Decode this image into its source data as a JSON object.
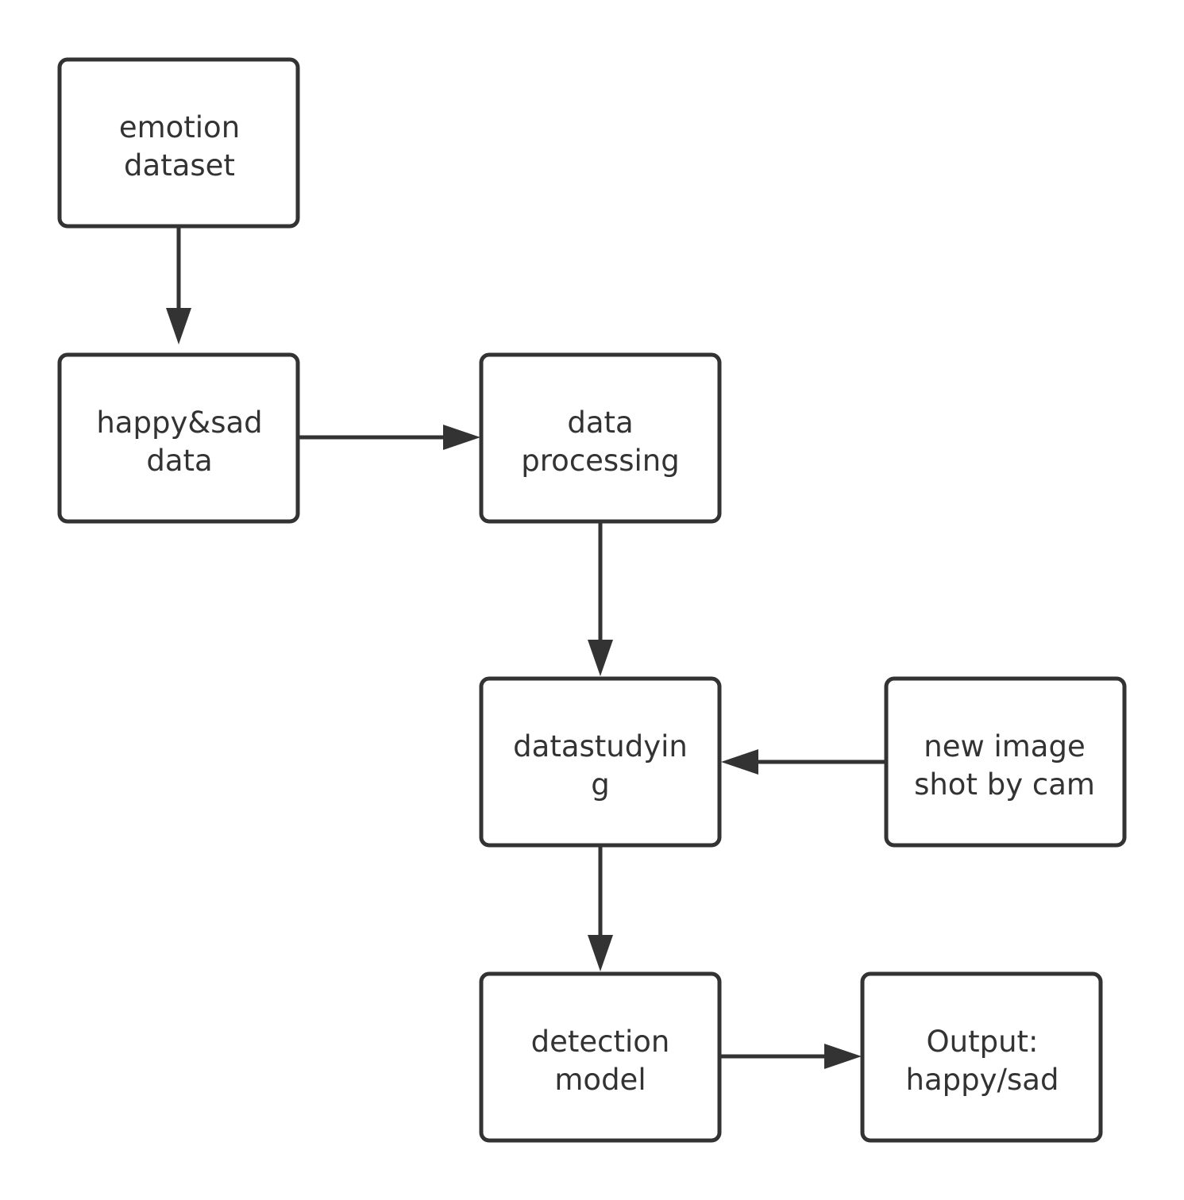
{
  "diagram": {
    "nodes": [
      {
        "id": "emotion-dataset",
        "lines": [
          "emotion",
          "dataset"
        ]
      },
      {
        "id": "happy-sad-data",
        "lines": [
          "happy&sad",
          "data"
        ]
      },
      {
        "id": "data-processing",
        "lines": [
          "data",
          "processing"
        ]
      },
      {
        "id": "datastudying",
        "lines": [
          "datastudyin",
          "g"
        ]
      },
      {
        "id": "new-image",
        "lines": [
          "new image",
          "shot by cam"
        ]
      },
      {
        "id": "detection-model",
        "lines": [
          "detection",
          "model"
        ]
      },
      {
        "id": "output",
        "lines": [
          "Output:",
          "happy/sad"
        ]
      }
    ],
    "edges": [
      {
        "from": "emotion-dataset",
        "to": "happy-sad-data"
      },
      {
        "from": "happy-sad-data",
        "to": "data-processing"
      },
      {
        "from": "data-processing",
        "to": "datastudying"
      },
      {
        "from": "new-image",
        "to": "datastudying"
      },
      {
        "from": "datastudying",
        "to": "detection-model"
      },
      {
        "from": "detection-model",
        "to": "output"
      }
    ]
  },
  "colors": {
    "stroke": "#333333",
    "text": "#333333",
    "background": "#ffffff"
  }
}
